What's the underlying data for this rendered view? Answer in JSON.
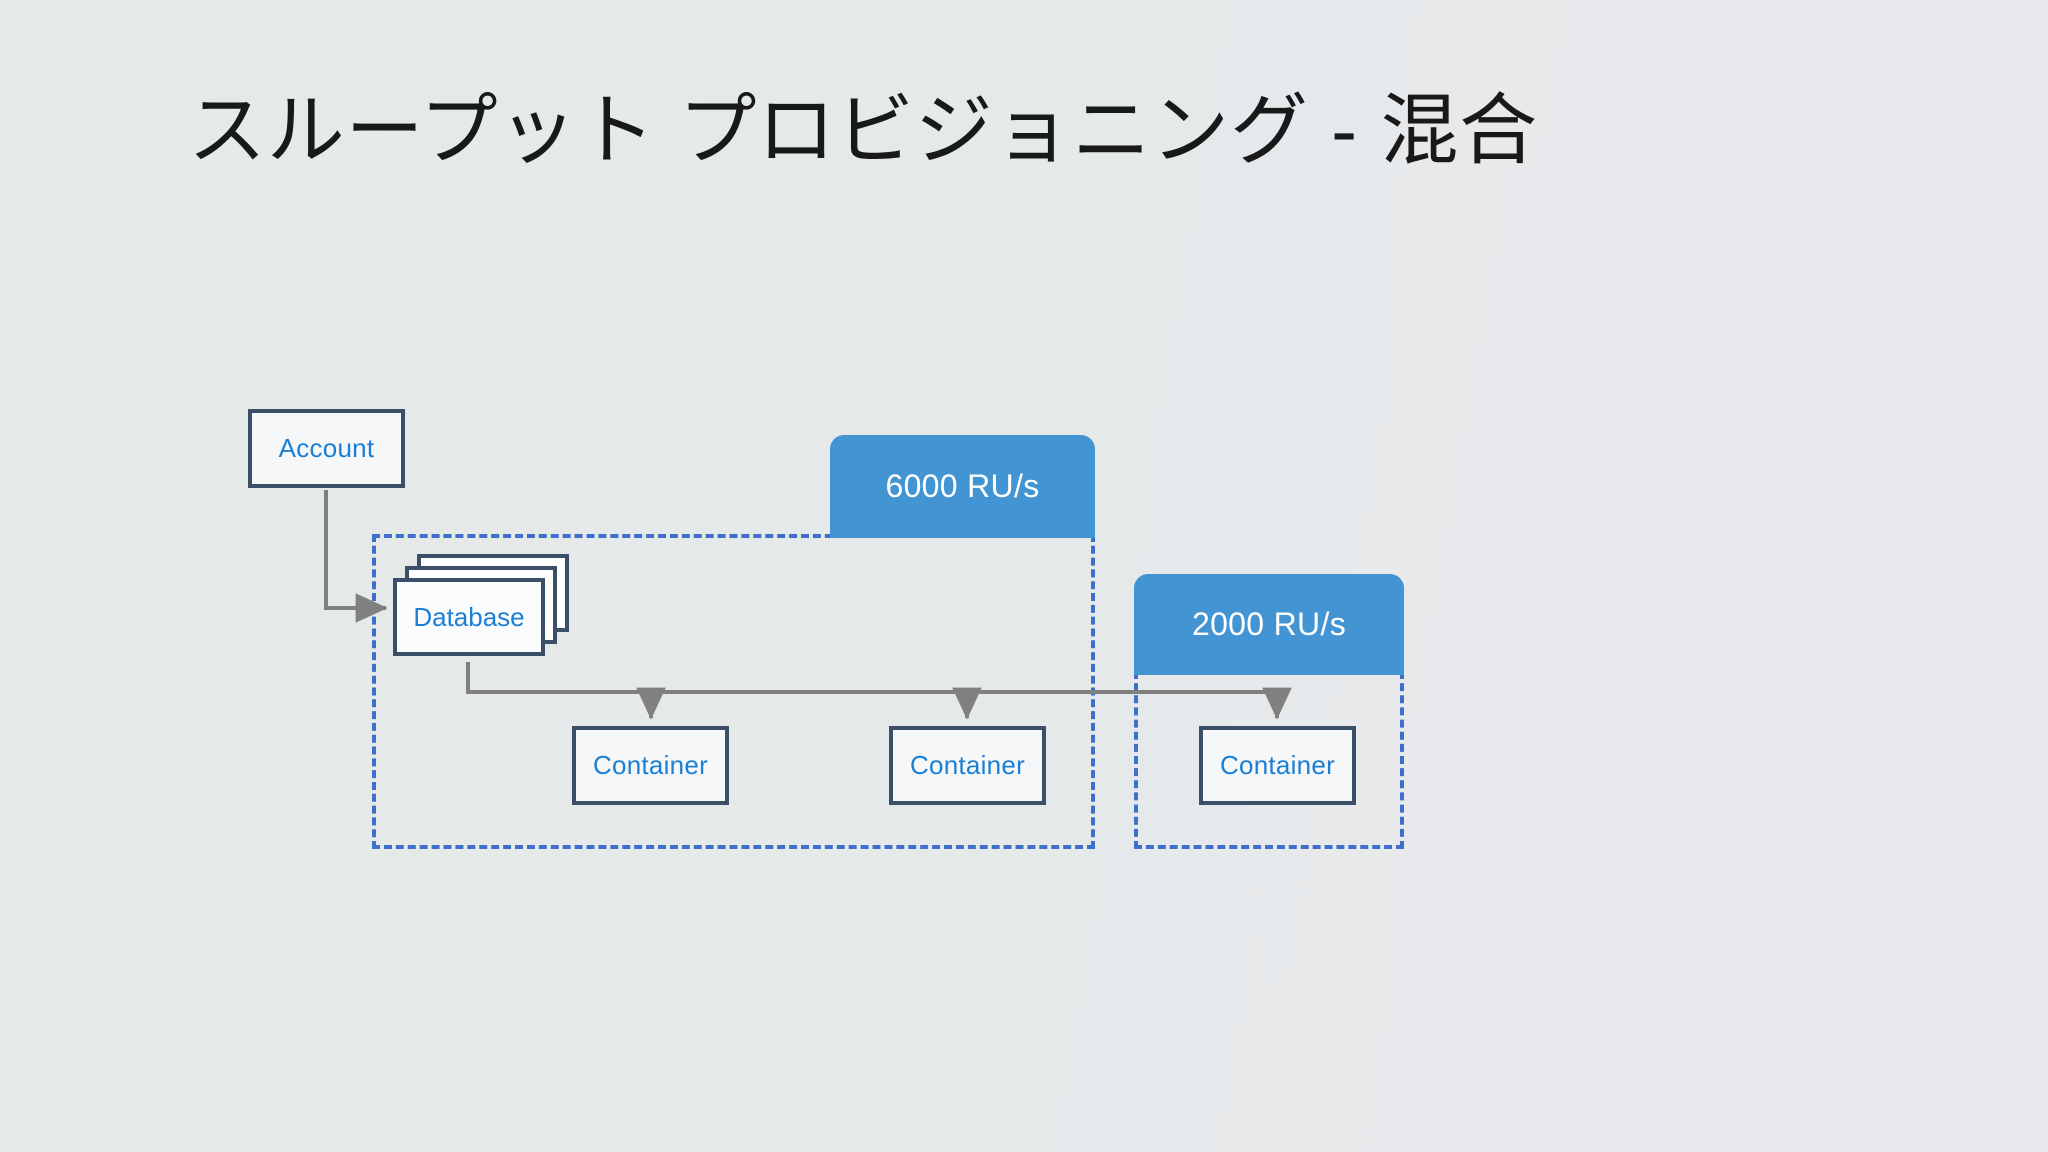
{
  "slide": {
    "title": "スループット プロビジョニング - 混合",
    "background_left": "#e4eae8",
    "background_right": "#e8e9ed"
  },
  "palette": {
    "node_border": "#3c4f69",
    "node_fill": "#f6f7f8",
    "node_text": "#1b7fd4",
    "scope_dash": "#3f6fcd",
    "throughput_fill": "#4394d3",
    "throughput_text": "#ffffff",
    "connector": "#808080"
  },
  "diagram": {
    "type": "hierarchy",
    "nodes": [
      {
        "id": "account",
        "label": "Account",
        "kind": "box"
      },
      {
        "id": "database",
        "label": "Database",
        "kind": "stacked-box",
        "stack_count": 3
      },
      {
        "id": "container1",
        "label": "Container",
        "kind": "box"
      },
      {
        "id": "container2",
        "label": "Container",
        "kind": "box"
      },
      {
        "id": "container3",
        "label": "Container",
        "kind": "box"
      }
    ],
    "throughput": [
      {
        "id": "ru-database",
        "label": "6000 RU/s",
        "value": 6000,
        "unit": "RU/s",
        "scope": "database"
      },
      {
        "id": "ru-container",
        "label": "2000 RU/s",
        "value": 2000,
        "unit": "RU/s",
        "scope": "container3"
      }
    ],
    "scopes": [
      {
        "id": "scope-database",
        "covers": [
          "database",
          "container1",
          "container2"
        ]
      },
      {
        "id": "scope-container",
        "covers": [
          "container3"
        ]
      }
    ],
    "edges": [
      {
        "from": "account",
        "to": "database"
      },
      {
        "from": "database",
        "to": "container1"
      },
      {
        "from": "database",
        "to": "container2"
      },
      {
        "from": "database",
        "to": "container3"
      }
    ]
  }
}
